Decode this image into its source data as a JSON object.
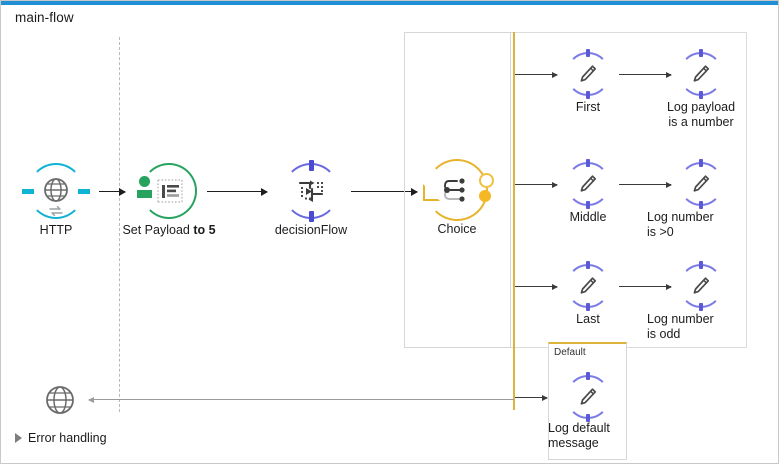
{
  "flow": {
    "title": "main-flow",
    "top_accent_color": "#1f8fd6"
  },
  "source": {
    "node": {
      "name": "HTTP",
      "label": "HTTP",
      "icon": "globe-icon",
      "secondary_icon": "exchange-arrows-icon",
      "color": "#0fb3d4"
    }
  },
  "process": {
    "nodes": [
      {
        "name": "set-payload",
        "label_plain": "Set Payload ",
        "label_bold": "to 5",
        "icon": "document-lines-icon",
        "color": "#27a35f"
      },
      {
        "name": "decision-flow",
        "label": "decisionFlow",
        "icon": "flow-reference-icon",
        "color": "#6a6ade"
      }
    ]
  },
  "choice": {
    "label": "Choice",
    "icon": "branch-nodes-icon",
    "color": "#e8b32b",
    "routes": [
      {
        "name": "route-first",
        "node_label": "First",
        "target_label": "Log payload\nis a number",
        "target_line1": "Log payload",
        "target_line2": "is a number",
        "icon": "pencil-logger-icon",
        "color": "#7b7be6"
      },
      {
        "name": "route-middle",
        "node_label": "Middle",
        "target_line1": "Log number",
        "target_line2": "is >0",
        "icon": "pencil-logger-icon",
        "color": "#7b7be6"
      },
      {
        "name": "route-last",
        "node_label": "Last",
        "target_line1": "Log number",
        "target_line2": "is odd",
        "icon": "pencil-logger-icon",
        "color": "#7b7be6"
      }
    ],
    "default_route": {
      "name": "route-default",
      "header": "Default",
      "target_line1": "Log default",
      "target_line2": "message",
      "icon": "pencil-logger-icon",
      "color": "#7b7be6"
    }
  },
  "footer": {
    "error_handling_label": "Error handling",
    "expander_icon": "triangle-right-icon",
    "end_icon": "globe-icon"
  }
}
